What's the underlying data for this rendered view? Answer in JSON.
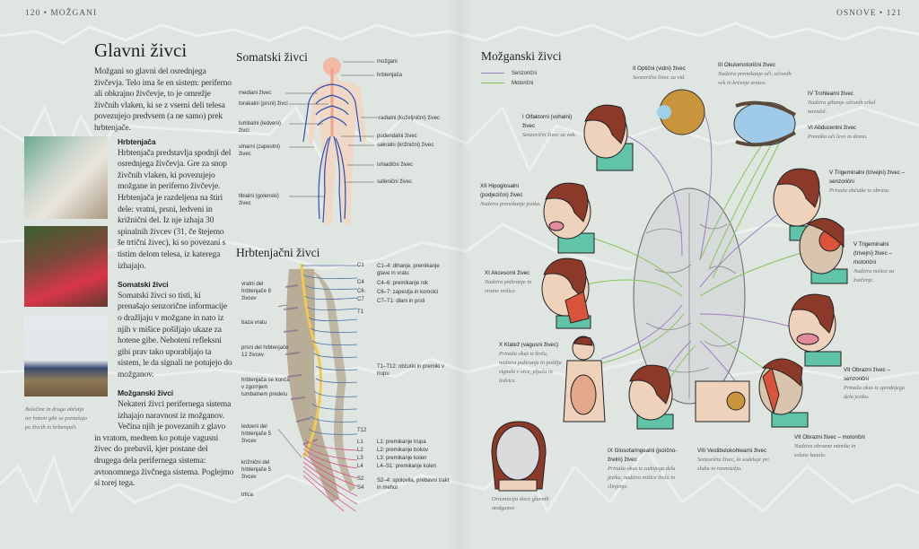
{
  "header": {
    "left_page": "120 • MOŽGANI",
    "right_page": "OSNOVE  • 121"
  },
  "left": {
    "title": "Glavni živci",
    "intro": "Možgani so glavni del osrednjega živčevja. Telo ima še en sistem: periferno ali obkrajno živčevje, to je omrežje živčnih vlaken, ki se z vsemi deli telesa povezujejo predvsem (a ne samo) prek hrbtenjače.",
    "sections": [
      {
        "heading": "Hrbtenjača",
        "text": "Hrbtenjača predstavlja spodnji del osrednjega živčevja. Gre za snop živčnih vlaken, ki povezujejo možgane in periferno živčevje. Hrbtenjača je razdeljena na štiri dele: vratni, prsni, ledveni in križnični del. Iz nje izhaja 30 spinalnih živcev (31, če štejemo še trtični živec), ki so povezani s tistim delom telesa, iz katerega izhajajo."
      },
      {
        "heading": "Somatski živci",
        "text": "Somatski živci so tisti, ki prenašajo senzorične informacije o dražljaju v možgane in nato iz njih v mišice pošiljajo ukaze za hotene gibe. Nehoteni refleksni gibi prav tako uporabljajo ta sistem, le da signali ne potujejo do možganov."
      },
      {
        "heading": "Možganski živci",
        "text": "Nekateri živci perifernega sistema izhajajo naravnost iz možganov. Večina njih je povezanih z glavo",
        "text2": "in vratom, medtem ko potuje vagusni živec do prebavil, kjer postane del drugega dela perifernega sistema: avtonomnega živčnega sistema. Poglejmo si torej tega."
      }
    ],
    "photo_caption": "Bolečine in druga občutja ter hoteni gibi se prenašajo po živcih in hrbtenjači."
  },
  "somatic": {
    "title": "Somatski živci",
    "labels_right": [
      "možgani",
      "hrbtenjača",
      "radialni (koželjnični) živec",
      "pudendalni živec",
      "sakralni (križnični) živec",
      "ishiadični živec",
      "safenični živec"
    ],
    "labels_left": [
      "mediani živec",
      "torakalni (prsni) živci",
      "lumbalni (ledveni) živci",
      "ulnarni (zapestni) živec",
      "tibialni (golenski) živec"
    ]
  },
  "spinal": {
    "title": "Hrbtenjačni živci",
    "left_labels": [
      "vratni del hrbtenjače 8 živcev",
      "baza vratu",
      "prsni del hrbtenjače 12 živcev",
      "hrbtenjača se konča v zgornjem lumbalnem predelu",
      "ledveni del hrbtenjače 5 živcev",
      "križnični del hrbtenjače 5 živcev",
      "trtica"
    ],
    "levels": [
      "C1",
      "C4",
      "C6",
      "C7",
      "T1",
      "T12",
      "L1",
      "L2",
      "L3",
      "L4",
      "S2",
      "S4"
    ],
    "functions": [
      "C1–4: dihanje, premikanje glave in vratu",
      "C4–6: premikanje rok",
      "C6–7: zapestja in komolci",
      "C7–T1: dlani in prsti",
      "T1–T12: občutki in premiki v trupu",
      "L1: premikanje trupa",
      "L2: premikanje bokov",
      "L3: premikanje kolen",
      "L4–S1: premikanje kolen",
      "S2–4: spolovila, prebavni trakt in mehur"
    ]
  },
  "cranial": {
    "title": "Možganski živci",
    "legend": [
      {
        "label": "Senzorični",
        "color": "#9a7fc0"
      },
      {
        "label": "Motorični",
        "color": "#86c45a"
      }
    ],
    "nerves": [
      {
        "name": "I Olfaktorni (vohalni) živec",
        "desc": "Senzorični živec za voh."
      },
      {
        "name": "II Optični (vidni) živec",
        "desc": "Senzorični živec za vid."
      },
      {
        "name": "III Okulomotorični živec",
        "desc": "Nadzira premikanje oči, očesnih vek in krčenje zenice."
      },
      {
        "name": "IV Trohlearni živec",
        "desc": "Nadzira gibanje očesnih zrkel navzdol."
      },
      {
        "name": "VI Abducentni živec",
        "desc": "Premika oči levo in desno."
      },
      {
        "name": "V Trigeminalni (trivejni) živec – senzorični",
        "desc": "Prinaša občutke iz obraza."
      },
      {
        "name": "V Trigeminalni (trivejni) živec – motorični",
        "desc": "Nadzira mišice za žvečenje."
      },
      {
        "name": "XII Hipoglosalni (podjezični) živec",
        "desc": "Nadzira premikanje jezika."
      },
      {
        "name": "XI Akcesorni živec",
        "desc": "Nadzira požiranje in vratne mišice."
      },
      {
        "name": "X Klatež (vagusni živec)",
        "desc": "Prinaša okus iz žrela, nadzira požiranje in pošilja signale v srce, pljuča in ledvice."
      },
      {
        "name": "VII Obrazni živec – senzorični",
        "desc": "Prinaša okus iz sprednjega dela jezika."
      },
      {
        "name": "VII Obrazni živec – motorični",
        "desc": "Nadzira obrazne mimike in solzne kanale."
      },
      {
        "name": "IX Glosofaringealni (jezično-žrelni) živec",
        "desc": "Prinaša okus iz zadnjega dela jezika, nadzira mišice žrela in slinjenje."
      },
      {
        "name": "VIII Vestibulokohlearni živec",
        "desc": "Senzorični živec, ki sodeluje pri sluhu in ravnotežju."
      }
    ],
    "orientation_caption": "Orientacija skice glavnih možganov"
  },
  "colors": {
    "page": "#dfe6e2",
    "nerve_blue": "#2f4fb0",
    "spinal_cord": "#f2c94c",
    "sacral": "#d84f8a",
    "skin": "#f1d6c0",
    "hair": "#8b3a2a",
    "collar": "#5fc4a8"
  }
}
